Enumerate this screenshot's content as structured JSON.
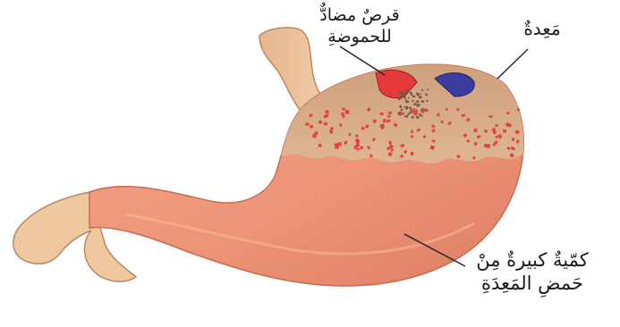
{
  "labels": {
    "antacid_line1": "قرصٌ مضادٌّ",
    "antacid_line2": "للحموضةِ",
    "stomach": "مَعِدةٌ",
    "acid_line1": "كمّيةٌ كبيرةٌ مِنْ",
    "acid_line2": "حَمضِ المَعِدَةِ"
  },
  "colors": {
    "stomach_body": "#ee9478",
    "stomach_shadow": "#d9735a",
    "upper_wall": "#d9ad88",
    "esophagus": "#ecc39c",
    "duodenum": "#efc89f",
    "tablet_red": "#e53a3a",
    "tablet_blue": "#3c3c9e",
    "acid_dots": "#e0453c",
    "leader_lines": "#222222"
  }
}
